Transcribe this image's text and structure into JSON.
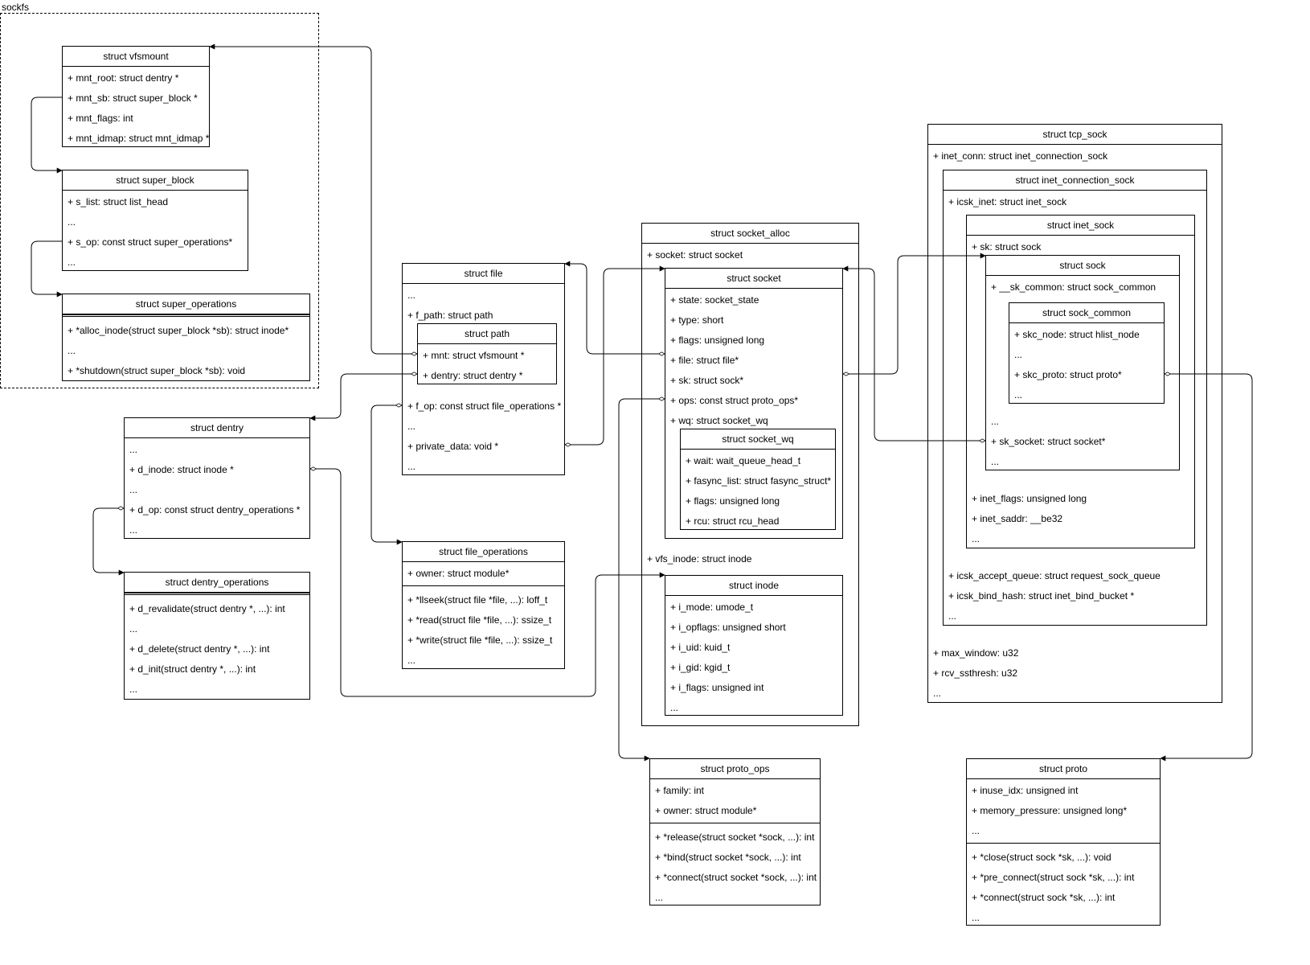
{
  "frame": {
    "label": "sockfs"
  },
  "structs": {
    "vfsmount": {
      "title": "struct vfsmount",
      "rows": [
        "+ mnt_root: struct dentry *",
        "+ mnt_sb: struct super_block *",
        "+ mnt_flags: int",
        "+ mnt_idmap: struct mnt_idmap *"
      ]
    },
    "super_block": {
      "title": "struct super_block",
      "rows": [
        "+ s_list: struct list_head",
        "...",
        "+ s_op: const struct super_operations*",
        "..."
      ]
    },
    "super_operations": {
      "title": "struct super_operations",
      "rows": [
        "+ *alloc_inode(struct super_block *sb): struct inode*",
        "...",
        "+ *shutdown(struct super_block *sb): void"
      ]
    },
    "file": {
      "title": "struct file",
      "rows": [
        "...",
        "+ f_path: struct path",
        "+ f_op: const struct file_operations *",
        "...",
        "+ private_data: void *",
        "..."
      ]
    },
    "path": {
      "title": "struct path",
      "rows": [
        "+ mnt: struct vfsmount *",
        "+ dentry: struct dentry *"
      ]
    },
    "dentry": {
      "title": "struct dentry",
      "rows": [
        "...",
        "+ d_inode: struct inode *",
        "...",
        "+ d_op: const struct dentry_operations *",
        "..."
      ]
    },
    "dentry_operations": {
      "title": "struct dentry_operations",
      "rows": [
        "+ d_revalidate(struct dentry *, ...): int",
        "...",
        "+ d_delete(struct dentry *, ...): int",
        "+ d_init(struct dentry *, ...): int",
        "..."
      ]
    },
    "file_operations": {
      "title": "struct file_operations",
      "rows": [
        "+ owner: struct module*",
        "+ *llseek(struct file *file, ...): loff_t",
        "+ *read(struct file *file, ...): ssize_t",
        "+ *write(struct file *file, ...): ssize_t",
        "..."
      ]
    },
    "socket_alloc": {
      "title": "struct socket_alloc",
      "rows": [
        "+ socket: struct socket",
        "+ vfs_inode: struct inode"
      ]
    },
    "socket": {
      "title": "struct socket",
      "rows": [
        "+ state: socket_state",
        "+ type: short",
        "+ flags: unsigned long",
        "+ file: struct file*",
        "+ sk: struct sock*",
        "+ ops: const struct proto_ops*",
        "+ wq: struct socket_wq"
      ]
    },
    "socket_wq": {
      "title": "struct socket_wq",
      "rows": [
        "+ wait: wait_queue_head_t",
        "+ fasync_list: struct fasync_struct*",
        "+ flags: unsigned long",
        "+ rcu: struct rcu_head"
      ]
    },
    "inode": {
      "title": "struct inode",
      "rows": [
        "+ i_mode: umode_t",
        "+ i_opflags: unsigned short",
        "+ i_uid: kuid_t",
        "+ i_gid: kgid_t",
        "+ i_flags: unsigned int",
        "..."
      ]
    },
    "proto_ops": {
      "title": "struct proto_ops",
      "rows": [
        "+ family: int",
        "+ owner: struct module*",
        "+ *release(struct socket *sock, ...): int",
        "+ *bind(struct socket *sock, ...): int",
        "+ *connect(struct socket *sock, ...): int",
        "..."
      ]
    },
    "tcp_sock": {
      "title": "struct tcp_sock",
      "rows": [
        "+ inet_conn: struct inet_connection_sock",
        "+ max_window: u32",
        "+ rcv_ssthresh: u32",
        "..."
      ]
    },
    "inet_connection_sock": {
      "title": "struct inet_connection_sock",
      "rows": [
        "+ icsk_inet: struct inet_sock",
        "+ icsk_accept_queue: struct request_sock_queue",
        "+ icsk_bind_hash: struct inet_bind_bucket *",
        "..."
      ]
    },
    "inet_sock": {
      "title": "struct inet_sock",
      "rows": [
        "+ sk: struct sock",
        "+ inet_flags: unsigned long",
        "+ inet_saddr: __be32",
        "..."
      ]
    },
    "sock": {
      "title": "struct sock",
      "rows": [
        "+ __sk_common: struct sock_common",
        "...",
        "+ sk_socket: struct socket*",
        "..."
      ]
    },
    "sock_common": {
      "title": "struct sock_common",
      "rows": [
        "+ skc_node: struct hlist_node",
        "...",
        "+ skc_proto: struct proto*",
        "..."
      ]
    },
    "proto": {
      "title": "struct proto",
      "rows": [
        "+ inuse_idx: unsigned int",
        "+ memory_pressure: unsigned long*",
        "...",
        "+ *close(struct sock *sk, ...): void",
        "+ *pre_connect(struct sock *sk, ...): int",
        "+ *connect(struct sock *sk, ...): int",
        "..."
      ]
    }
  }
}
